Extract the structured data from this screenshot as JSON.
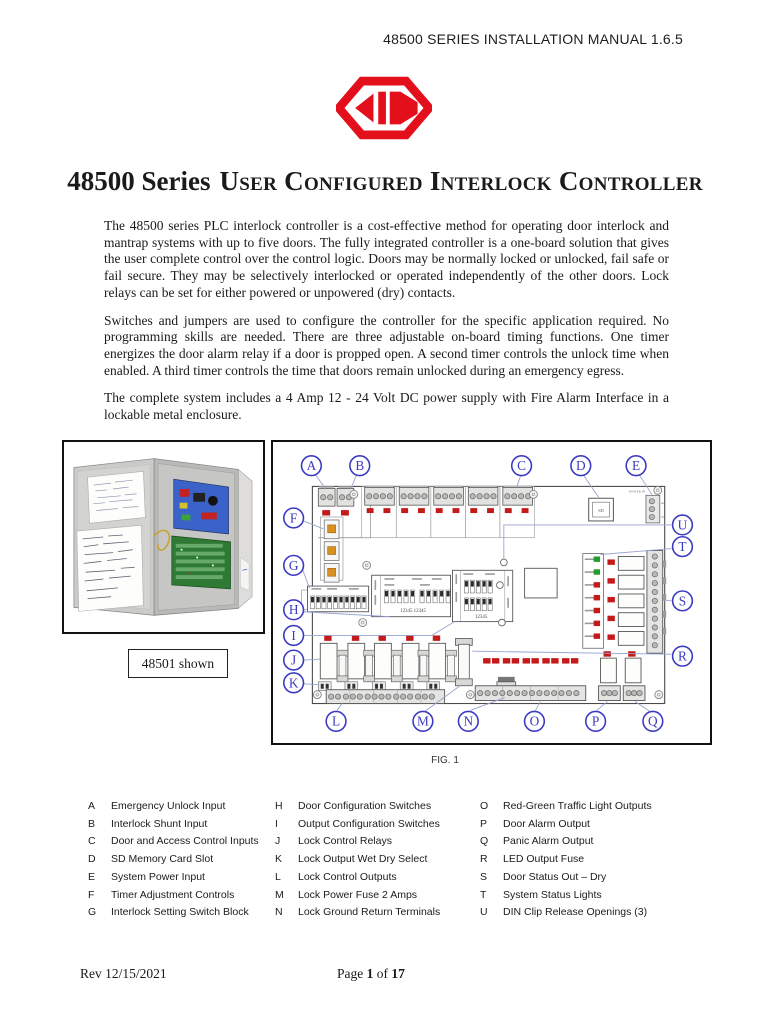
{
  "header": {
    "title": "48500 SERIES INSTALLATION MANUAL 1.6.5"
  },
  "logo": {
    "name": "hexagon-d-logo",
    "color": "#e3101c"
  },
  "title": {
    "lead": "48500 Series",
    "smallcaps": "User Configured Interlock Controller"
  },
  "body": {
    "paragraphs": [
      "The 48500 series PLC interlock controller is a cost-effective method for operating door interlock and mantrap systems with up to five doors. The fully integrated controller is a one-board solution that gives the user complete control over the control logic. Doors may be normally locked or unlocked, fail safe or fail secure. They may be selectively interlocked or operated independently of the other doors. Lock relays can be set for either powered or unpowered (dry) contacts.",
      "Switches and jumpers are used to configure the controller for the specific application required. No programming skills are needed. There are three adjustable on-board timing functions.  One timer energizes the door alarm relay if a door is propped open. A second timer controls the unlock time when enabled. A third timer controls the time that doors remain unlocked during an emergency egress.",
      "The complete system includes a 4 Amp 12 - 24 Volt DC power supply with Fire Alarm Interface in a lockable metal enclosure."
    ]
  },
  "figure": {
    "photo_label": "48501 shown",
    "caption": "FIG. 1",
    "sd_label": "SD",
    "power_label": "POWER IN",
    "dip_numbers_h": "12345 12345",
    "dip_numbers_i": "12345",
    "callouts": [
      "A",
      "B",
      "C",
      "D",
      "E",
      "F",
      "G",
      "H",
      "I",
      "J",
      "K",
      "L",
      "M",
      "N",
      "O",
      "P",
      "Q",
      "R",
      "S",
      "T",
      "U"
    ]
  },
  "legend": {
    "columns": [
      {
        "items": [
          {
            "letter": "A",
            "label": "Emergency Unlock Input"
          },
          {
            "letter": "B",
            "label": "Interlock Shunt Input"
          },
          {
            "letter": "C",
            "label": "Door and Access Control Inputs"
          },
          {
            "letter": "D",
            "label": "SD Memory Card Slot"
          },
          {
            "letter": "E",
            "label": "System Power Input"
          },
          {
            "letter": "F",
            "label": "Timer Adjustment Controls"
          },
          {
            "letter": "G",
            "label": "Interlock Setting Switch Block"
          }
        ]
      },
      {
        "items": [
          {
            "letter": "H",
            "label": "Door Configuration Switches"
          },
          {
            "letter": "I",
            "label": "Output Configuration Switches"
          },
          {
            "letter": "J",
            "label": "Lock Control Relays"
          },
          {
            "letter": "K",
            "label": "Lock Output Wet Dry Select"
          },
          {
            "letter": "L",
            "label": "Lock Control Outputs"
          },
          {
            "letter": "M",
            "label": "Lock Power Fuse 2 Amps"
          },
          {
            "letter": "N",
            "label": "Lock Ground Return Terminals"
          }
        ]
      },
      {
        "items": [
          {
            "letter": "O",
            "label": "Red-Green Traffic Light Outputs"
          },
          {
            "letter": "P",
            "label": "Door Alarm Output"
          },
          {
            "letter": "Q",
            "label": "Panic Alarm Output"
          },
          {
            "letter": "R",
            "label": "LED Output Fuse"
          },
          {
            "letter": "S",
            "label": "Door Status Out – Dry"
          },
          {
            "letter": "T",
            "label": "System Status Lights"
          },
          {
            "letter": "U",
            "label": "DIN Clip Release Openings (3)"
          }
        ]
      }
    ]
  },
  "footer": {
    "rev": "Rev 12/15/2021",
    "page_word": "Page",
    "page_number": "1",
    "of_word": "of",
    "page_total": "17"
  }
}
